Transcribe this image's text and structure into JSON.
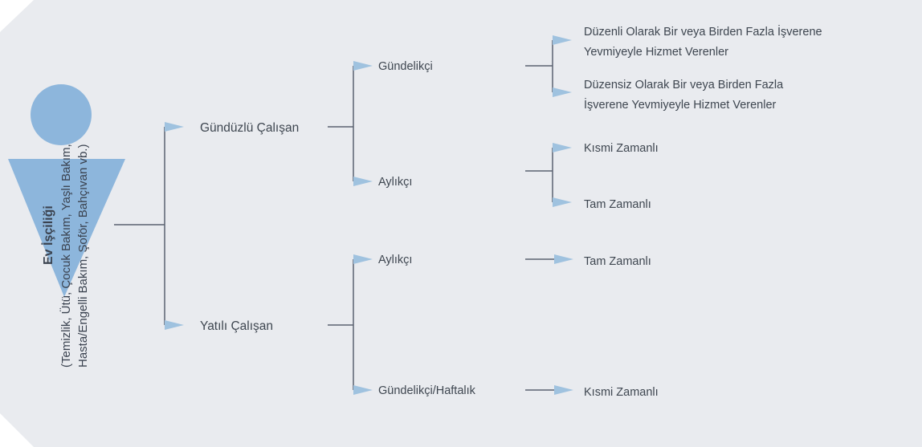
{
  "diagram": {
    "root": {
      "title": "Ev İşçiliği",
      "subtitle_line1": "(Temizlik, Ütü, Çocuk Bakım, Yaşlı Bakım,",
      "subtitle_line2": "Hasta/Engelli Bakım, Şoför, Bahçıvan vb.)"
    },
    "level1": {
      "gunduzlu": "Gündüzlü Çalışan",
      "yatili": "Yatılı Çalışan"
    },
    "level2": {
      "gundelikci": "Gündelikçi",
      "aylikci_1": "Aylıkçı",
      "aylikci_2": "Aylıkçı",
      "gundelikci_haftalik": "Gündelikçi/Haftalık"
    },
    "level3": {
      "duzenli_line1": "Düzenli Olarak Bir veya Birden Fazla İşverene",
      "duzenli_line2": "Yevmiyeyle Hizmet Verenler",
      "duzensiz_line1": "Düzensiz Olarak Bir veya Birden Fazla",
      "duzensiz_line2": "İşverene Yevmiyeyle Hizmet Verenler",
      "kismi_1": "Kısmi Zamanlı",
      "tam_1": "Tam Zamanlı",
      "tam_2": "Tam Zamanlı",
      "kismi_2": "Kısmi Zamanlı"
    }
  }
}
